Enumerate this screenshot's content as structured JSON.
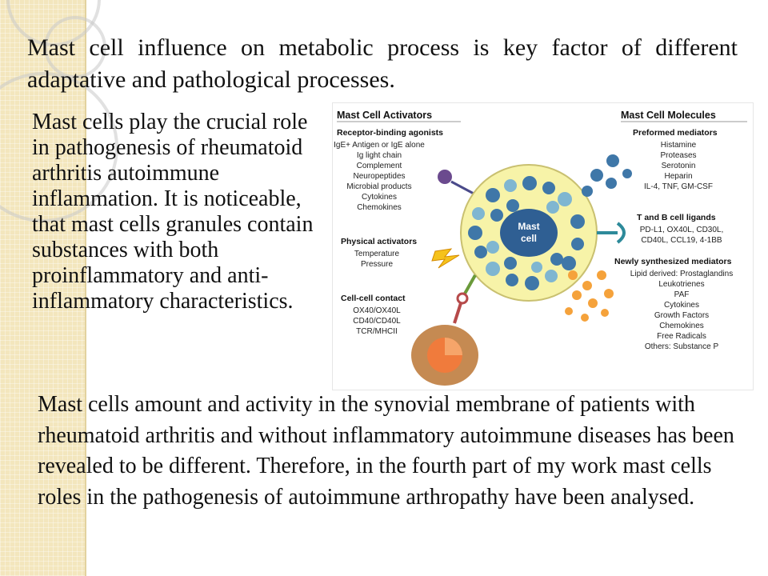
{
  "slide": {
    "title": "Mast cell influence on metabolic process is key factor of different adaptative and pathological processes.",
    "left_paragraph": "Mast cells play the crucial role in pathogenesis of rheumatoid arthritis autoimmune inflammation. It is noticeable, that mast cells granules contain substances with both proinflammatory and anti-inflammatory characteristics.",
    "bottom_paragraph": "Mast cells amount and activity in the synovial membrane of patients with rheumatoid arthritis and without inflammatory autoimmune diseases has been revealed to be different. Therefore, in the fourth part of my work mast cells roles in the pathogenesis of autoimmune arthropathy have been analysed."
  },
  "figure": {
    "activators_heading": "Mast Cell Activators",
    "molecules_heading": "Mast Cell Molecules",
    "cell_label_1": "Mast",
    "cell_label_2": "cell",
    "receptor_heading": "Receptor-binding agonists",
    "receptor_items": [
      "IgE+ Antigen or IgE alone",
      "Ig light chain",
      "Complement",
      "Neuropeptides",
      "Microbial products",
      "Cytokines",
      "Chemokines"
    ],
    "physical_heading": "Physical activators",
    "physical_items": [
      "Temperature",
      "Pressure"
    ],
    "contact_heading": "Cell-cell contact",
    "contact_items": [
      "OX40/OX40L",
      "CD40/CD40L",
      "TCR/MHCII"
    ],
    "preformed_heading": "Preformed mediators",
    "preformed_items": [
      "Histamine",
      "Proteases",
      "Serotonin",
      "Heparin",
      "IL-4, TNF, GM-CSF"
    ],
    "ligands_heading": "T and B cell ligands",
    "ligands_items": [
      "PD-L1, OX40L, CD30L,",
      "CD40L, CCL19, 4-1BB"
    ],
    "synth_heading": "Newly synthesized mediators",
    "synth_items": [
      "Lipid derived: Prostaglandins",
      "Leukotrienes",
      "PAF",
      "Cytokines",
      "Growth Factors",
      "Chemokines",
      "Free Radicals",
      "Others: Substance P"
    ],
    "colors": {
      "cell_fill": "#f7f3a8",
      "granule": "#3f77a8",
      "granule_light": "#7fb6d1",
      "nucleus": "#2f5f93",
      "orange": "#f5a23b",
      "contact_cell": "#c58a52",
      "contact_nucleus": "#f07b3c"
    }
  }
}
